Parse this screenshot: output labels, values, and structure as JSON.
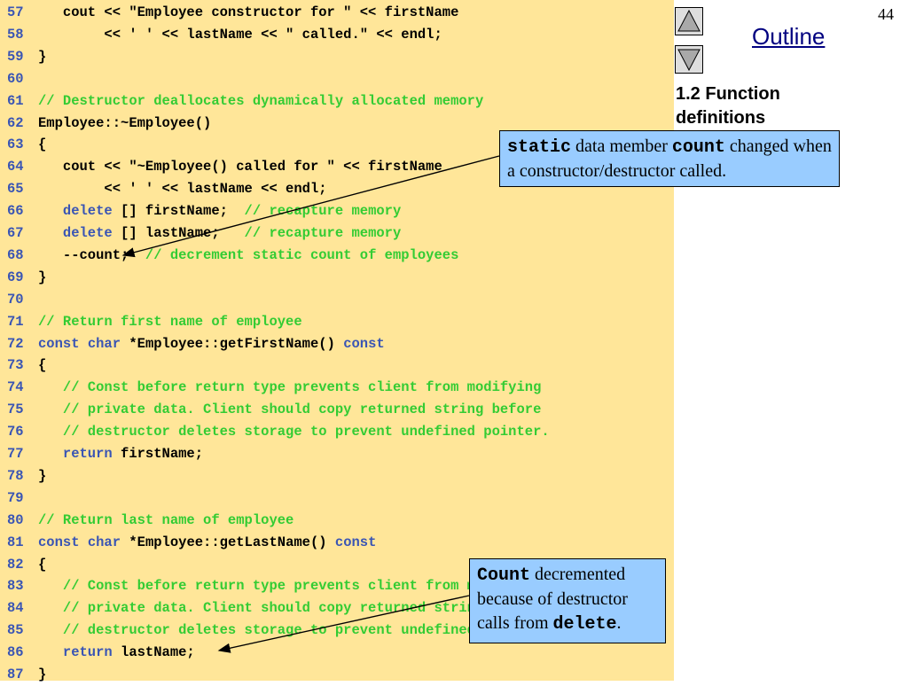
{
  "slide": {
    "page_number": "44",
    "outline_label": "Outline",
    "section_title_line1": "1.2 Function",
    "section_title_line2": "definitions"
  },
  "nav": {
    "up_icon": "triangle-up-icon",
    "down_icon": "triangle-down-icon",
    "button_fill": "#dedede"
  },
  "colors": {
    "code_background": "#ffe699",
    "line_number": "#3a55b4",
    "keyword": "#3a55b4",
    "comment": "#33cc33",
    "callout_background": "#99ccff",
    "outline_link": "#000080"
  },
  "callouts": [
    {
      "parts": [
        {
          "text": "static",
          "mono": true
        },
        {
          "text": " data member ",
          "mono": false
        },
        {
          "text": "count",
          "mono": true
        },
        {
          "text": " changed when a constructor/destructor called.",
          "mono": false
        }
      ]
    },
    {
      "parts": [
        {
          "text": "Count",
          "mono": true
        },
        {
          "text": " decremented because of destructor calls from ",
          "mono": false
        },
        {
          "text": "delete",
          "mono": true
        },
        {
          "text": ".",
          "mono": false
        }
      ]
    }
  ],
  "code_lines": [
    {
      "num": "57",
      "tokens": [
        {
          "t": "   cout << \"Employee constructor for \" << firstName",
          "c": "normal"
        }
      ]
    },
    {
      "num": "58",
      "tokens": [
        {
          "t": "        << ' ' << lastName << \" called.\" << endl;",
          "c": "normal"
        }
      ]
    },
    {
      "num": "59",
      "tokens": [
        {
          "t": "}",
          "c": "normal"
        }
      ]
    },
    {
      "num": "60",
      "tokens": []
    },
    {
      "num": "61",
      "tokens": [
        {
          "t": "// Destructor deallocates dynamically allocated memory",
          "c": "comment"
        }
      ]
    },
    {
      "num": "62",
      "tokens": [
        {
          "t": "Employee::~Employee()",
          "c": "normal"
        }
      ]
    },
    {
      "num": "63",
      "tokens": [
        {
          "t": "{",
          "c": "normal"
        }
      ]
    },
    {
      "num": "64",
      "tokens": [
        {
          "t": "   cout << \"~Employee() called for \" << firstName",
          "c": "normal"
        }
      ]
    },
    {
      "num": "65",
      "tokens": [
        {
          "t": "        << ' ' << lastName << endl;",
          "c": "normal"
        }
      ]
    },
    {
      "num": "66",
      "tokens": [
        {
          "t": "   ",
          "c": "normal"
        },
        {
          "t": "delete",
          "c": "keyword"
        },
        {
          "t": " [] firstName;  ",
          "c": "normal"
        },
        {
          "t": "// recapture memory",
          "c": "comment"
        }
      ]
    },
    {
      "num": "67",
      "tokens": [
        {
          "t": "   ",
          "c": "normal"
        },
        {
          "t": "delete",
          "c": "keyword"
        },
        {
          "t": " [] lastName;   ",
          "c": "normal"
        },
        {
          "t": "// recapture memory",
          "c": "comment"
        }
      ]
    },
    {
      "num": "68",
      "tokens": [
        {
          "t": "   --count;  ",
          "c": "normal"
        },
        {
          "t": "// decrement static count of employees",
          "c": "comment"
        }
      ]
    },
    {
      "num": "69",
      "tokens": [
        {
          "t": "}",
          "c": "normal"
        }
      ]
    },
    {
      "num": "70",
      "tokens": []
    },
    {
      "num": "71",
      "tokens": [
        {
          "t": "// Return first name of employee",
          "c": "comment"
        }
      ]
    },
    {
      "num": "72",
      "tokens": [
        {
          "t": "const",
          "c": "keyword"
        },
        {
          "t": " ",
          "c": "normal"
        },
        {
          "t": "char",
          "c": "keyword"
        },
        {
          "t": " *Employee::getFirstName() ",
          "c": "normal"
        },
        {
          "t": "const",
          "c": "keyword"
        }
      ]
    },
    {
      "num": "73",
      "tokens": [
        {
          "t": "{",
          "c": "normal"
        }
      ]
    },
    {
      "num": "74",
      "tokens": [
        {
          "t": "   // Const before return type prevents client from modifying",
          "c": "comment"
        }
      ]
    },
    {
      "num": "75",
      "tokens": [
        {
          "t": "   // private data. Client should copy returned string before",
          "c": "comment"
        }
      ]
    },
    {
      "num": "76",
      "tokens": [
        {
          "t": "   // destructor deletes storage to prevent undefined pointer.",
          "c": "comment"
        }
      ]
    },
    {
      "num": "77",
      "tokens": [
        {
          "t": "   ",
          "c": "normal"
        },
        {
          "t": "return",
          "c": "keyword"
        },
        {
          "t": " firstName;",
          "c": "normal"
        }
      ]
    },
    {
      "num": "78",
      "tokens": [
        {
          "t": "}",
          "c": "normal"
        }
      ]
    },
    {
      "num": "79",
      "tokens": []
    },
    {
      "num": "80",
      "tokens": [
        {
          "t": "// Return last name of employee",
          "c": "comment"
        }
      ]
    },
    {
      "num": "81",
      "tokens": [
        {
          "t": "const",
          "c": "keyword"
        },
        {
          "t": " ",
          "c": "normal"
        },
        {
          "t": "char",
          "c": "keyword"
        },
        {
          "t": " *Employee::getLastName() ",
          "c": "normal"
        },
        {
          "t": "const",
          "c": "keyword"
        }
      ]
    },
    {
      "num": "82",
      "tokens": [
        {
          "t": "{",
          "c": "normal"
        }
      ]
    },
    {
      "num": "83",
      "tokens": [
        {
          "t": "   // Const before return type prevents client from modifying",
          "c": "comment"
        }
      ]
    },
    {
      "num": "84",
      "tokens": [
        {
          "t": "   // private data. Client should copy returned string before",
          "c": "comment"
        }
      ]
    },
    {
      "num": "85",
      "tokens": [
        {
          "t": "   // destructor deletes storage to prevent undefined pointer.",
          "c": "comment"
        }
      ]
    },
    {
      "num": "86",
      "tokens": [
        {
          "t": "   ",
          "c": "normal"
        },
        {
          "t": "return",
          "c": "keyword"
        },
        {
          "t": " lastName;",
          "c": "normal"
        }
      ]
    },
    {
      "num": "87",
      "tokens": [
        {
          "t": "}",
          "c": "normal"
        }
      ]
    }
  ]
}
